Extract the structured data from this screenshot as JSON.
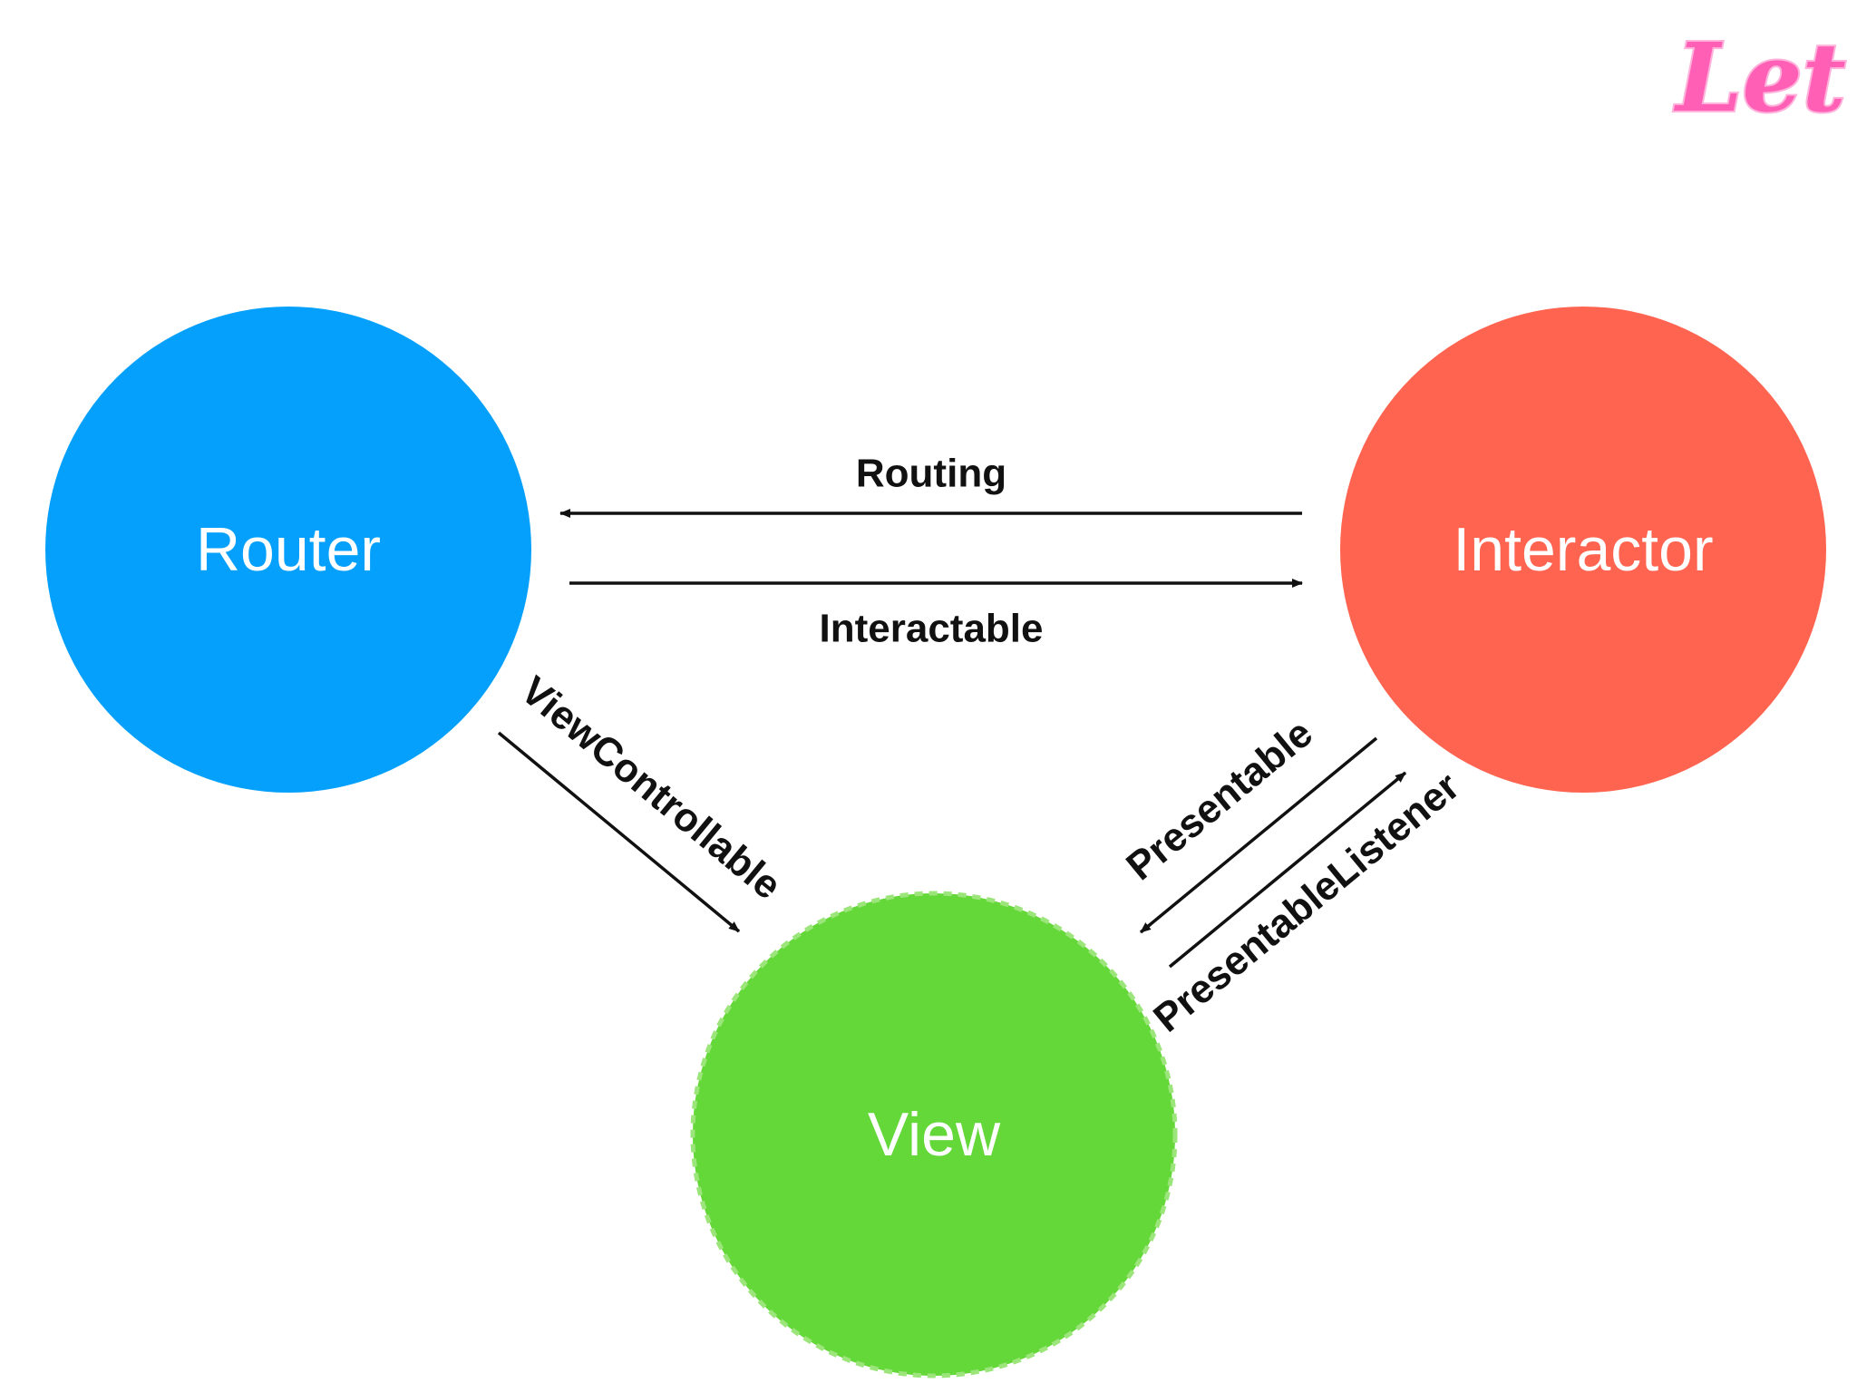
{
  "logo": {
    "text": "Let",
    "color": "#ff5fb4"
  },
  "nodes": {
    "router": {
      "label": "Router",
      "color": "#04a0fb",
      "style": "solid"
    },
    "interactor": {
      "label": "Interactor",
      "color": "#ff6450",
      "style": "solid"
    },
    "view": {
      "label": "View",
      "color": "#64d739",
      "style": "dashed"
    }
  },
  "edges": {
    "routing": {
      "label": "Routing",
      "from": "Interactor",
      "to": "Router"
    },
    "interactable": {
      "label": "Interactable",
      "from": "Router",
      "to": "Interactor"
    },
    "view_controllable": {
      "label": "ViewControllable",
      "from": "Router",
      "to": "View"
    },
    "presentable": {
      "label": "Presentable",
      "from": "Interactor",
      "to": "View"
    },
    "presentable_listener": {
      "label": "PresentableListener",
      "from": "View",
      "to": "Interactor"
    }
  }
}
